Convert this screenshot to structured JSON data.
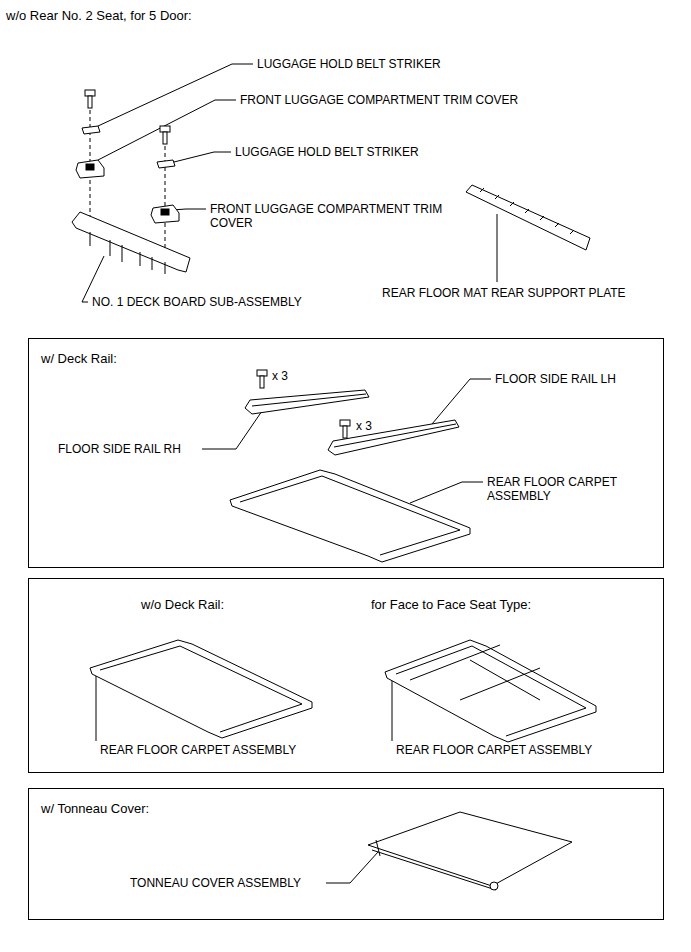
{
  "diagram": {
    "title": "w/o Rear No. 2 Seat, for 5 Door:",
    "nodes": [
      {
        "text": [
          "w/ Deck Rail:"
        ]
      },
      {
        "text": [
          "w/o Deck Rail:",
          "for Face to Face Seat Type:"
        ]
      },
      {
        "text": [
          "w/ Tonneau Cover:"
        ]
      }
    ],
    "labels": [
      "LUGGAGE HOLD BELT STRIKER",
      "FRONT LUGGAGE COMPARTMENT TRIM COVER",
      "LUGGAGE HOLD BELT STRIKER",
      "FRONT LUGGAGE COMPARTMENT TRIM COVER",
      "NO. 1 DECK BOARD SUB-ASSEMBLY",
      "REAR FLOOR MAT REAR SUPPORT PLATE",
      "x 3",
      "FLOOR SIDE RAIL LH",
      "FLOOR SIDE RAIL RH",
      "x 3",
      "REAR FLOOR CARPET ASSEMBLY",
      "REAR FLOOR CARPET ASSEMBLY",
      "REAR FLOOR CARPET ASSEMBLY",
      "TONNEAU COVER ASSEMBLY"
    ]
  }
}
